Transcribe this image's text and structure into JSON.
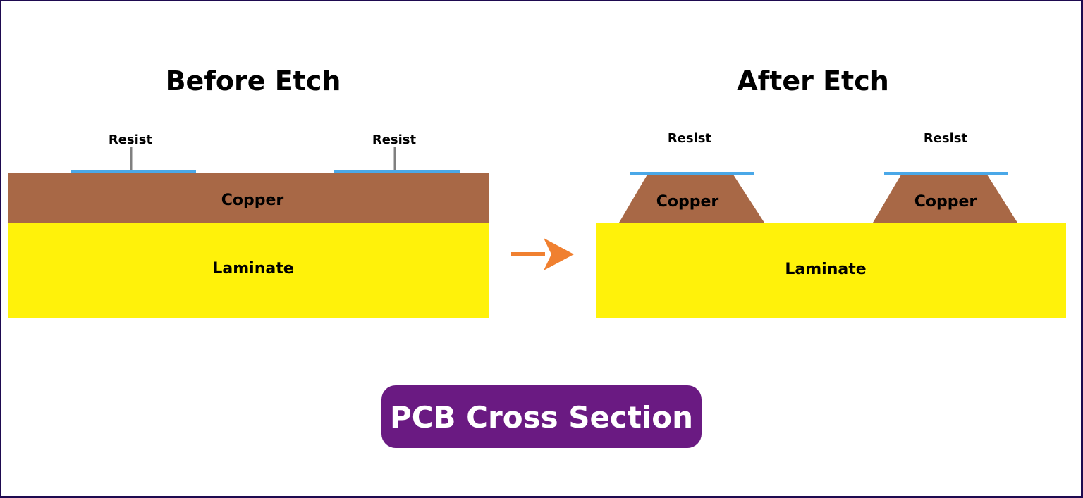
{
  "colors": {
    "border": "#1e0a50",
    "copper": "#a86846",
    "laminate": "#fff20a",
    "resist": "#4aa8e8",
    "leader": "#808080",
    "arrow": "#f08030",
    "banner": "#6a1a82",
    "banner_text": "#ffffff"
  },
  "before": {
    "title": "Before Etch",
    "resist_labels": [
      "Resist",
      "Resist"
    ],
    "copper_label": "Copper",
    "laminate_label": "Laminate"
  },
  "after": {
    "title": "After Etch",
    "resist_labels": [
      "Resist",
      "Resist"
    ],
    "copper_labels": [
      "Copper",
      "Copper"
    ],
    "laminate_label": "Laminate"
  },
  "arrow": {
    "icon": "arrow-right-icon"
  },
  "banner": {
    "text": "PCB Cross Section"
  }
}
